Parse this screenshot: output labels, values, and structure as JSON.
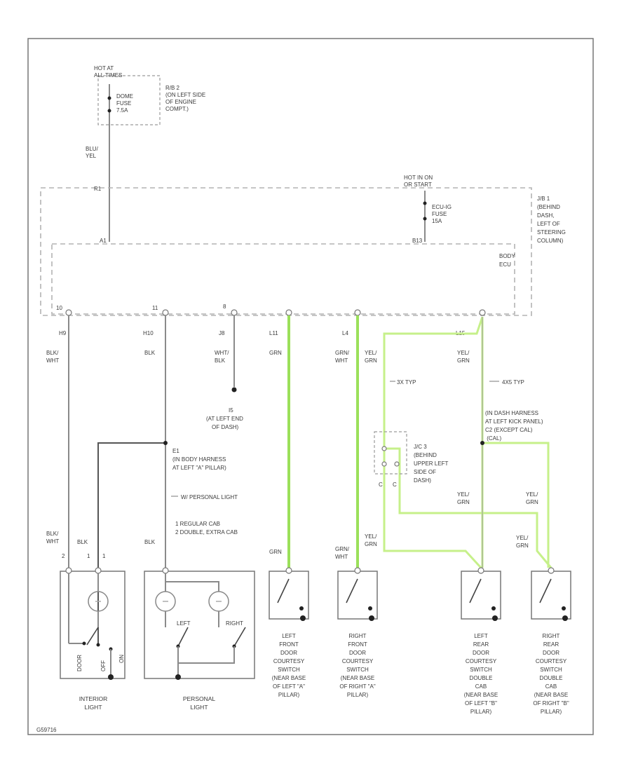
{
  "fuse_top": {
    "source": [
      "HOT AT",
      "ALL TIMES"
    ],
    "fuse": [
      "DOME",
      "FUSE",
      "7.5A"
    ],
    "location": [
      "R/B 2",
      "(ON LEFT SIDE",
      "OF ENGINE",
      "COMPT.)"
    ]
  },
  "wire_blu_yel": [
    "BLU/",
    "YEL"
  ],
  "jb_pin_top": "R1",
  "jb_pin_mid": "A1",
  "fuse_right": {
    "source": [
      "HOT IN ON",
      "OR START"
    ],
    "fuse": [
      "ECU-IG",
      "FUSE",
      "15A"
    ],
    "pin": "B13"
  },
  "jb_label": [
    "J/B 1",
    "(BEHIND",
    "DASH,",
    "LEFT OF",
    "STEERING",
    "COLUMN)"
  ],
  "ecu_label": [
    "BODY",
    "ECU"
  ],
  "ecu_pins": [
    "10",
    "11",
    "8",
    "",
    "",
    ""
  ],
  "wire_ids": [
    "H9",
    "H10",
    "J8",
    "L11",
    "L4",
    "L15"
  ],
  "wire_colors": {
    "c1": [
      "BLK/",
      "WHT"
    ],
    "c2": [
      "BLK"
    ],
    "c3": [
      "WHT/",
      "BLK"
    ],
    "c4": [
      "GRN"
    ],
    "c5a": [
      "GRN/",
      "WHT"
    ],
    "c5b": [
      "YEL/",
      "GRN"
    ],
    "c6": [
      "YEL/",
      "GRN"
    ]
  },
  "ground": [
    "I5",
    "(AT LEFT END",
    "OF DASH)"
  ],
  "splice_3x": "3X TYP",
  "splice_4x": "4X5 TYP",
  "harness_right": [
    "(IN DASH HARNESS",
    "AT LEFT KICK PANEL)",
    "C2    (EXCEPT CAL)",
    "       (CAL)"
  ],
  "splice_e1": [
    "E1",
    "(IN BODY HARNESS",
    "AT LEFT \"A\" PILLAR)"
  ],
  "personal_light_note": "W/ PERSONAL LIGHT",
  "cab_notes": [
    "1  REGULAR CAB",
    "2  DOUBLE, EXTRA CAB"
  ],
  "jc": [
    "J/C 3",
    "(BEHIND",
    "UPPER LEFT",
    "SIDE OF",
    "DASH)"
  ],
  "jc_pins": [
    "C",
    "C"
  ],
  "lower_colors": {
    "il_a": [
      "BLK/",
      "WHT"
    ],
    "il_b": [
      "BLK"
    ],
    "pl": [
      "BLK"
    ],
    "lf": [
      "GRN"
    ],
    "rf": [
      "GRN/",
      "WHT"
    ],
    "yg1": [
      "YEL/",
      "GRN"
    ],
    "yg2": [
      "YEL/",
      "GRN"
    ],
    "yg3": [
      "YEL/",
      "GRN"
    ],
    "yg4": [
      "YEL/",
      "GRN"
    ]
  },
  "il_pins": [
    "2",
    "1",
    "1"
  ],
  "pl_switch": [
    "LEFT",
    "RIGHT"
  ],
  "il_switch": [
    "DOOR",
    "OFF",
    "ON"
  ],
  "components": [
    [
      "INTERIOR",
      "LIGHT"
    ],
    [
      "PERSONAL",
      "LIGHT"
    ],
    [
      "LEFT",
      "FRONT",
      "DOOR",
      "COURTESY",
      "SWITCH",
      "(NEAR BASE",
      "OF LEFT \"A\"",
      "PILLAR)"
    ],
    [
      "RIGHT",
      "FRONT",
      "DOOR",
      "COURTESY",
      "SWITCH",
      "(NEAR BASE",
      "OF RIGHT \"A\"",
      "PILLAR)"
    ],
    [
      "LEFT",
      "REAR",
      "DOOR",
      "COURTESY",
      "SWITCH",
      "DOUBLE",
      "CAB",
      "(NEAR BASE",
      "OF LEFT \"B\"",
      "PILLAR)"
    ],
    [
      "RIGHT",
      "REAR",
      "DOOR",
      "COURTESY",
      "SWITCH",
      "DOUBLE",
      "CAB",
      "(NEAR BASE",
      "OF RIGHT \"B\"",
      "PILLAR)"
    ]
  ],
  "figure_id": "G59716"
}
